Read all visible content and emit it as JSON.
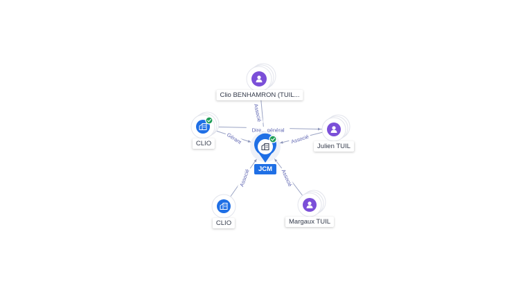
{
  "colors": {
    "person": "#7b4fd8",
    "company": "#1f6fe5",
    "verified": "#1f9d57",
    "edge": "#9aa3c4"
  },
  "center": {
    "label": "JCM",
    "icon": "building-icon",
    "verified": true
  },
  "nodes": [
    {
      "id": "clio-benhamron",
      "type": "person",
      "label": "Clio BENHAMRON (TUIL...",
      "icon": "person-icon",
      "verified": false,
      "stacked": true
    },
    {
      "id": "clio-1",
      "type": "company",
      "label": "CLIO",
      "icon": "building-icon",
      "verified": true,
      "stacked": true
    },
    {
      "id": "julien-tuil",
      "type": "person",
      "label": "Julien TUIL",
      "icon": "person-icon",
      "verified": false,
      "stacked": true
    },
    {
      "id": "clio-2",
      "type": "company",
      "label": "CLIO",
      "icon": "building-icon",
      "verified": false,
      "stacked": false
    },
    {
      "id": "margaux-tuil",
      "type": "person",
      "label": "Margaux TUIL",
      "icon": "person-icon",
      "verified": false,
      "stacked": true
    }
  ],
  "edges": [
    {
      "from": "clio-benhamron",
      "label": "Associé"
    },
    {
      "from": "clio-1",
      "label": "Gérant"
    },
    {
      "from": "julien-tuil",
      "label": "Associé"
    },
    {
      "from": "clio-2",
      "label": "Associé"
    },
    {
      "from": "margaux-tuil",
      "label": "Associé"
    },
    {
      "from": "clio-1",
      "to": "julien-tuil",
      "label": "Dire... général"
    }
  ]
}
